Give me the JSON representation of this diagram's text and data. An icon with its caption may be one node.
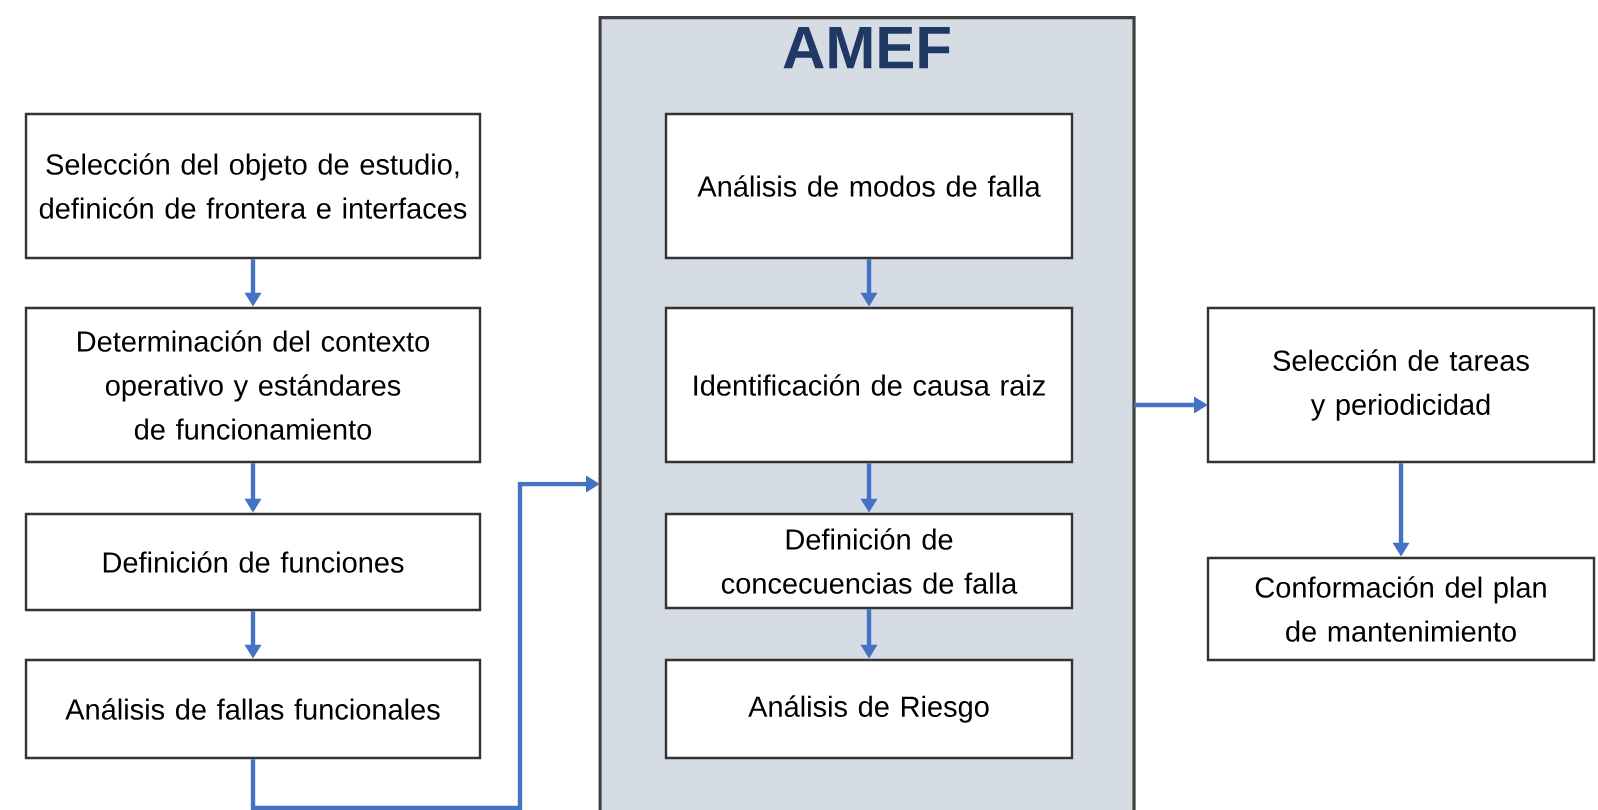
{
  "diagram": {
    "nodes": [
      {
        "text": [
          "Selección del objeto de estudio, definicón de frontera e interfaces"
        ]
      },
      {
        "text": [
          "Determinación del contexto operativo y estándares de funcionamiento"
        ]
      },
      {
        "text": [
          "Definición de funciones"
        ]
      },
      {
        "text": [
          "Análisis de fallas funcionales"
        ]
      },
      {
        "text": [
          "AMEF"
        ]
      },
      {
        "text": [
          "Análisis de modos de falla"
        ],
        "in": 4
      },
      {
        "text": [
          "Identificación de causa raiz"
        ],
        "in": 4
      },
      {
        "text": [
          "Definición de concecuencias de falla"
        ],
        "in": 4
      },
      {
        "text": [
          "Análisis de Riesgo"
        ],
        "in": 4
      },
      {
        "text": [
          "Selección de tareas y periodicidad"
        ]
      },
      {
        "text": [
          "Conformación del plan de mantenimiento"
        ]
      }
    ],
    "edges": [
      {
        "from": 0,
        "to": 1,
        "arrow": "to"
      },
      {
        "from": 1,
        "to": 2,
        "arrow": "to"
      },
      {
        "from": 2,
        "to": 3,
        "arrow": "to"
      },
      {
        "from": 3,
        "to": 4,
        "arrow": "to"
      },
      {
        "from": 5,
        "to": 6,
        "arrow": "to"
      },
      {
        "from": 6,
        "to": 7,
        "arrow": "to"
      },
      {
        "from": 7,
        "to": 8,
        "arrow": "to"
      },
      {
        "from": 4,
        "to": 9,
        "arrow": "to"
      },
      {
        "from": 9,
        "to": 10,
        "arrow": "to"
      }
    ]
  }
}
